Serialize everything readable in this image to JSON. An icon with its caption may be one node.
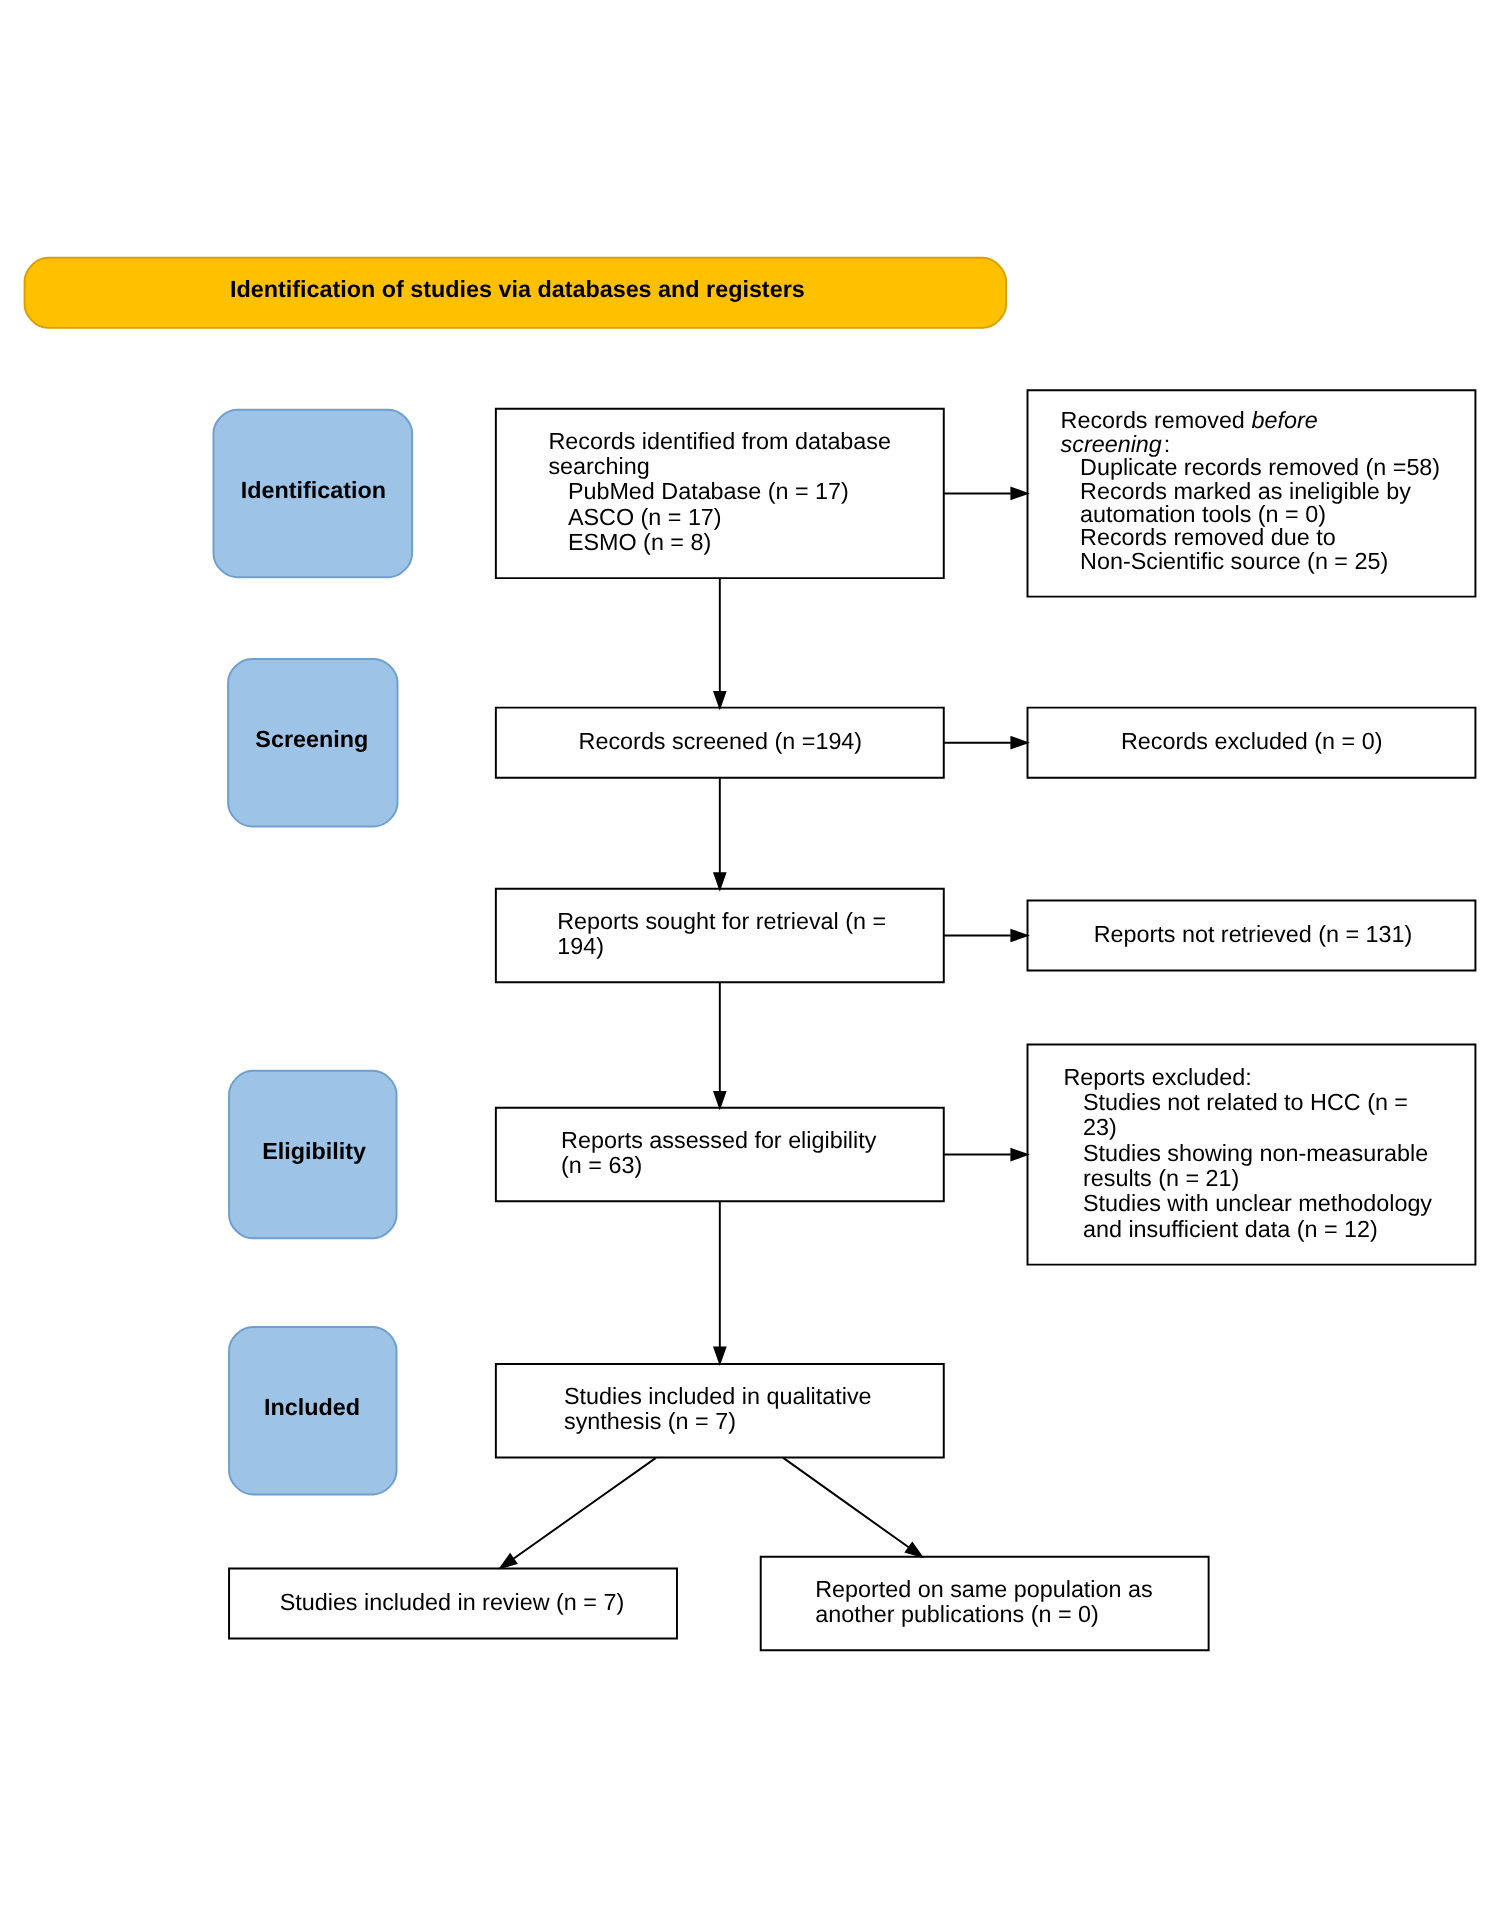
{
  "diagram": {
    "nodes": [
      {
        "text": [
          "Identification of studies via databases and registers"
        ]
      },
      {
        "text": [
          "Identification"
        ]
      },
      {
        "text": [
          "Records identified from database searching",
          "PubMed Database (n = 17)",
          "ASCO (n = 17)",
          "ESMO (n = 8)"
        ]
      },
      {
        "text": [
          "Records removed *before screening*:",
          "Duplicate records removed (n =58)",
          "Records marked as ineligible by automation tools (n = 0)",
          "Records removed due to Non-Scientific source (n = 25)"
        ]
      },
      {
        "text": [
          "Screening"
        ]
      },
      {
        "text": [
          "Records screened (n =194)"
        ]
      },
      {
        "text": [
          "Records excluded (n = 0)"
        ]
      },
      {
        "text": [
          "Reports sought for retrieval (n = 194)"
        ]
      },
      {
        "text": [
          "Reports not retrieved (n = 131)"
        ]
      },
      {
        "text": [
          "Eligibility"
        ]
      },
      {
        "text": [
          "Reports assessed for eligibility (n = 63)"
        ]
      },
      {
        "text": [
          "Reports excluded:",
          "Studies not related to HCC (n = 23)",
          "Studies showing non-measurable results (n = 21)",
          "Studies with unclear methodology and insufficient data (n = 12)"
        ]
      },
      {
        "text": [
          "Included"
        ]
      },
      {
        "text": [
          "Studies included in qualitative synthesis (n = 7)"
        ]
      },
      {
        "text": [
          "Studies included in review (n = 7)"
        ]
      },
      {
        "text": [
          "Reported on same population as another publications (n = 0)"
        ]
      }
    ],
    "edges": [
      {
        "from": 2,
        "to": 3,
        "arrow": "to"
      },
      {
        "from": 2,
        "to": 5,
        "arrow": "to"
      },
      {
        "from": 5,
        "to": 6,
        "arrow": "to"
      },
      {
        "from": 5,
        "to": 7,
        "arrow": "to"
      },
      {
        "from": 7,
        "to": 8,
        "arrow": "to"
      },
      {
        "from": 7,
        "to": 10,
        "arrow": "to"
      },
      {
        "from": 10,
        "to": 11,
        "arrow": "to"
      },
      {
        "from": 10,
        "to": 13,
        "arrow": "to"
      },
      {
        "from": 13,
        "to": 14,
        "arrow": "to"
      },
      {
        "from": 13,
        "to": 15,
        "arrow": "to"
      }
    ]
  }
}
